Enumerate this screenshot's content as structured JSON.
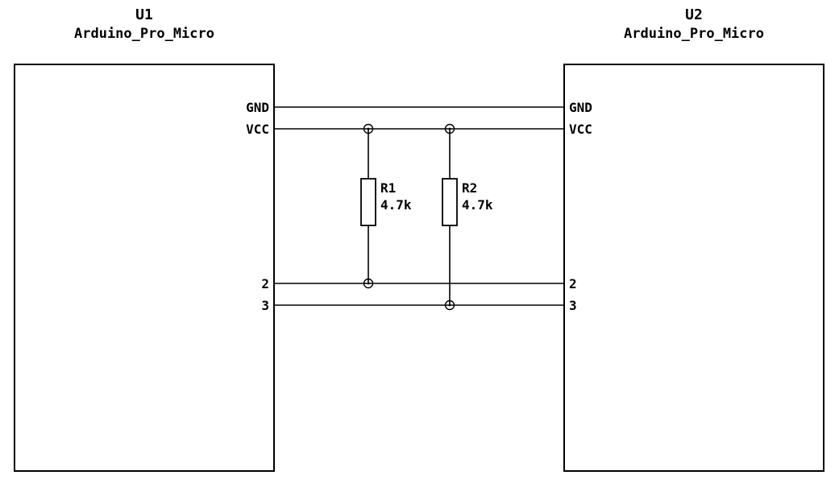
{
  "schematic": {
    "background": "#ffffff",
    "wire_color": "#000000",
    "components": [
      {
        "id": "u1",
        "ref": "U1",
        "value": "Arduino_Pro_Micro",
        "pins": [
          "GND",
          "VCC",
          "2",
          "3"
        ]
      },
      {
        "id": "u2",
        "ref": "U2",
        "value": "Arduino_Pro_Micro",
        "pins": [
          "GND",
          "VCC",
          "2",
          "3"
        ]
      }
    ],
    "resistors": [
      {
        "id": "r1",
        "ref": "R1",
        "value": "4.7k"
      },
      {
        "id": "r2",
        "ref": "R2",
        "value": "4.7k"
      }
    ],
    "nets": [
      "GND",
      "VCC",
      "2",
      "3"
    ]
  }
}
